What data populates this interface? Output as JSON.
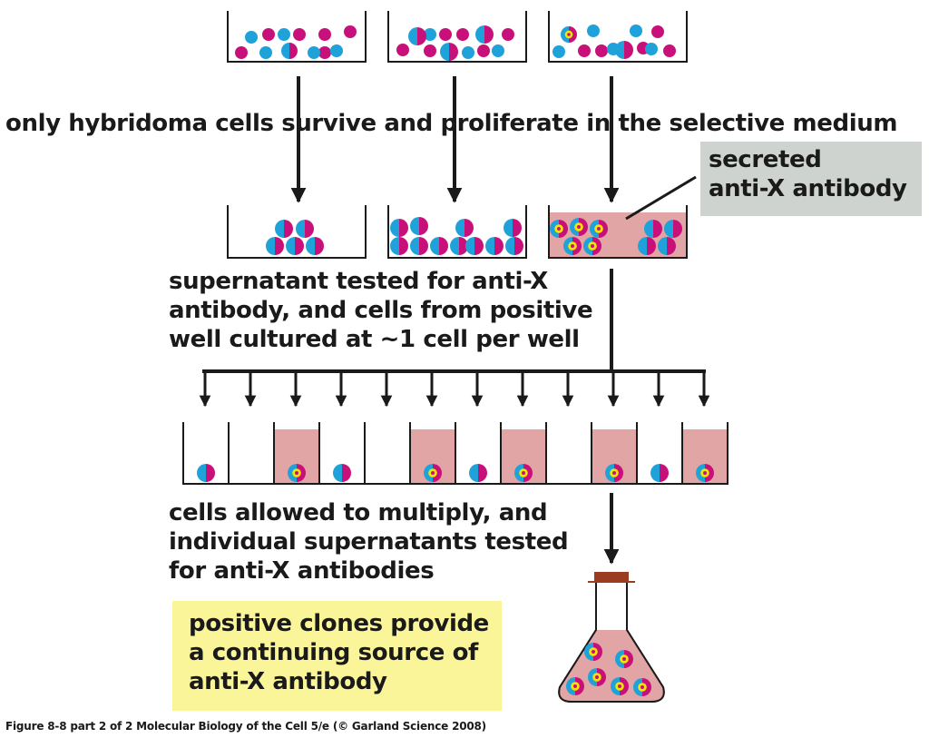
{
  "labels": {
    "selection": "only hybridoma cells survive and proliferate in the selective medium",
    "callout": "secreted\nanti-X antibody",
    "screening": "supernatant tested for anti-X\nantibody, and cells from positive\nwell cultured at ~1 cell per well",
    "multiply": "cells allowed to multiply, and\nindividual supernatants tested\nfor anti-X antibodies",
    "summary": "positive clones provide\na continuing source of\nanti-X antibody",
    "caption": "Figure 8-8 part 2 of 2  Molecular Biology of the Cell 5/e (© Garland Science 2008)"
  },
  "colors": {
    "magenta": "#c8107a",
    "cyan": "#1fa2da",
    "yellow": "#f3e500",
    "positive_medium": "#e2a5a5",
    "flask_cap": "#9a3c22",
    "callout_bg": "#cfd3cf",
    "summary_bg": "#fbf59a",
    "line": "#1a1a1a"
  },
  "single_wells": [
    "hybridoma",
    "empty",
    "positive",
    "hybridoma",
    "empty",
    "positive",
    "hybridoma",
    "positive",
    "empty",
    "positive",
    "hybridoma",
    "positive"
  ],
  "icons": [
    "magenta-cell-icon",
    "blue-cell-icon",
    "hybridoma-cell-icon",
    "antibody-secreting-cell-icon",
    "arrow-icon",
    "culture-flask-icon"
  ]
}
